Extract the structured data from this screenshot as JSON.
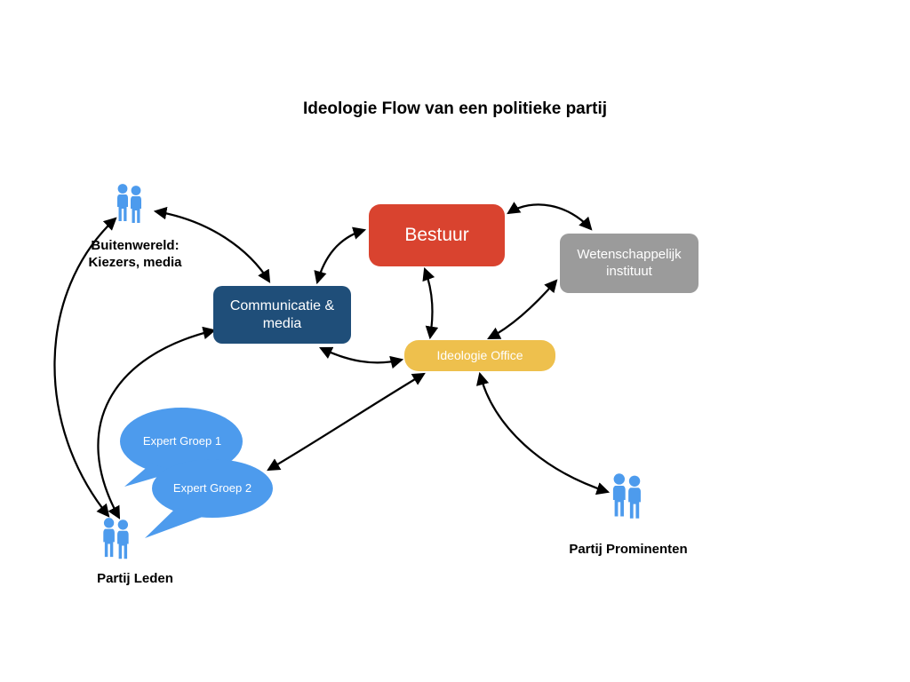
{
  "title": "Ideologie Flow van een politieke partij",
  "nodes": {
    "bestuur": {
      "label": "Bestuur",
      "color": "#d9432f"
    },
    "wetenschappelijk_instituut": {
      "label": "Wetenschappelijk instituut",
      "color": "#9b9b9b"
    },
    "communicatie_media": {
      "label": "Communicatie & media",
      "color": "#1f4e79"
    },
    "ideologie_office": {
      "label": "Ideologie Office",
      "color": "#eec04d"
    }
  },
  "speech_bubbles": {
    "expert_groep_1": {
      "label": "Expert Groep 1",
      "color": "#4d9bed"
    },
    "expert_groep_2": {
      "label": "Expert Groep 2",
      "color": "#4d9bed"
    }
  },
  "actors": {
    "buitenwereld": {
      "label": "Buitenwereld: Kiezers, media"
    },
    "partij_leden": {
      "label": "Partij Leden"
    },
    "partij_prominenten": {
      "label": "Partij Prominenten"
    }
  },
  "palette": {
    "arrow": "#000000",
    "people": "#4d9bed",
    "text_on_node": "#ffffff",
    "label_text": "#000000",
    "background": "#ffffff"
  }
}
